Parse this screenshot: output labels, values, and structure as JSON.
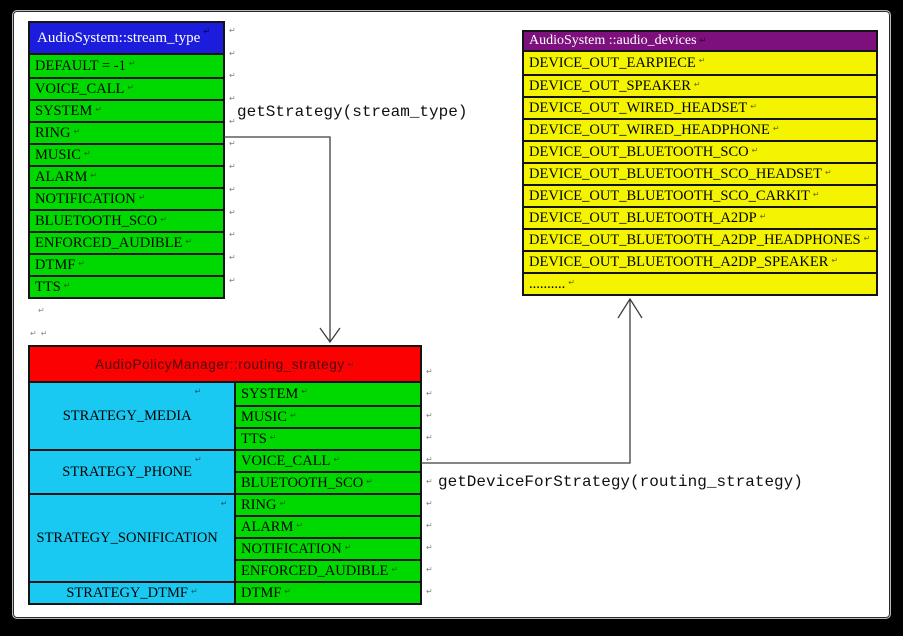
{
  "colors": {
    "frame_bg": "#000000",
    "page_bg": "#ffffff",
    "stream_header_bg": "#1c1cdc",
    "stream_row_bg": "#00d900",
    "devices_header_bg": "#7d107d",
    "devices_row_bg": "#f4f400",
    "routing_header_bg": "#fb0101",
    "strategy_col_bg": "#19c9f1",
    "header_text": "#ffffff",
    "body_text": "#000000",
    "arrow_line": "#3f3f3f"
  },
  "marks": {
    "eol": "↵"
  },
  "tables": {
    "stream_type": {
      "title": "AudioSystem::stream_type",
      "rows": [
        "DEFAULT = -1",
        "VOICE_CALL",
        "SYSTEM",
        "RING",
        "MUSIC",
        "ALARM",
        "NOTIFICATION",
        "BLUETOOTH_SCO",
        "ENFORCED_AUDIBLE",
        "DTMF",
        "TTS"
      ]
    },
    "audio_devices": {
      "title": "AudioSystem ::audio_devices",
      "rows": [
        "DEVICE_OUT_EARPIECE",
        "DEVICE_OUT_SPEAKER",
        "DEVICE_OUT_WIRED_HEADSET",
        "DEVICE_OUT_WIRED_HEADPHONE",
        "DEVICE_OUT_BLUETOOTH_SCO",
        "DEVICE_OUT_BLUETOOTH_SCO_HEADSET",
        "DEVICE_OUT_BLUETOOTH_SCO_CARKIT",
        "DEVICE_OUT_BLUETOOTH_A2DP",
        "DEVICE_OUT_BLUETOOTH_A2DP_HEADPHONES",
        "DEVICE_OUT_BLUETOOTH_A2DP_SPEAKER",
        ".........."
      ]
    },
    "routing_strategy": {
      "title": "AudioPolicyManager::routing_strategy",
      "groups": [
        {
          "strategy": "STRATEGY_MEDIA",
          "streams": [
            "SYSTEM",
            "MUSIC",
            "TTS"
          ]
        },
        {
          "strategy": "STRATEGY_PHONE",
          "streams": [
            "VOICE_CALL",
            "BLUETOOTH_SCO"
          ]
        },
        {
          "strategy": "STRATEGY_SONIFICATION",
          "streams": [
            "RING",
            "ALARM",
            "NOTIFICATION",
            "ENFORCED_AUDIBLE"
          ]
        },
        {
          "strategy": "STRATEGY_DTMF",
          "streams": [
            "DTMF"
          ]
        }
      ]
    }
  },
  "edges": {
    "get_strategy": "getStrategy(stream_type)",
    "get_device_for_strategy": "getDeviceForStrategy(routing_strategy)"
  }
}
